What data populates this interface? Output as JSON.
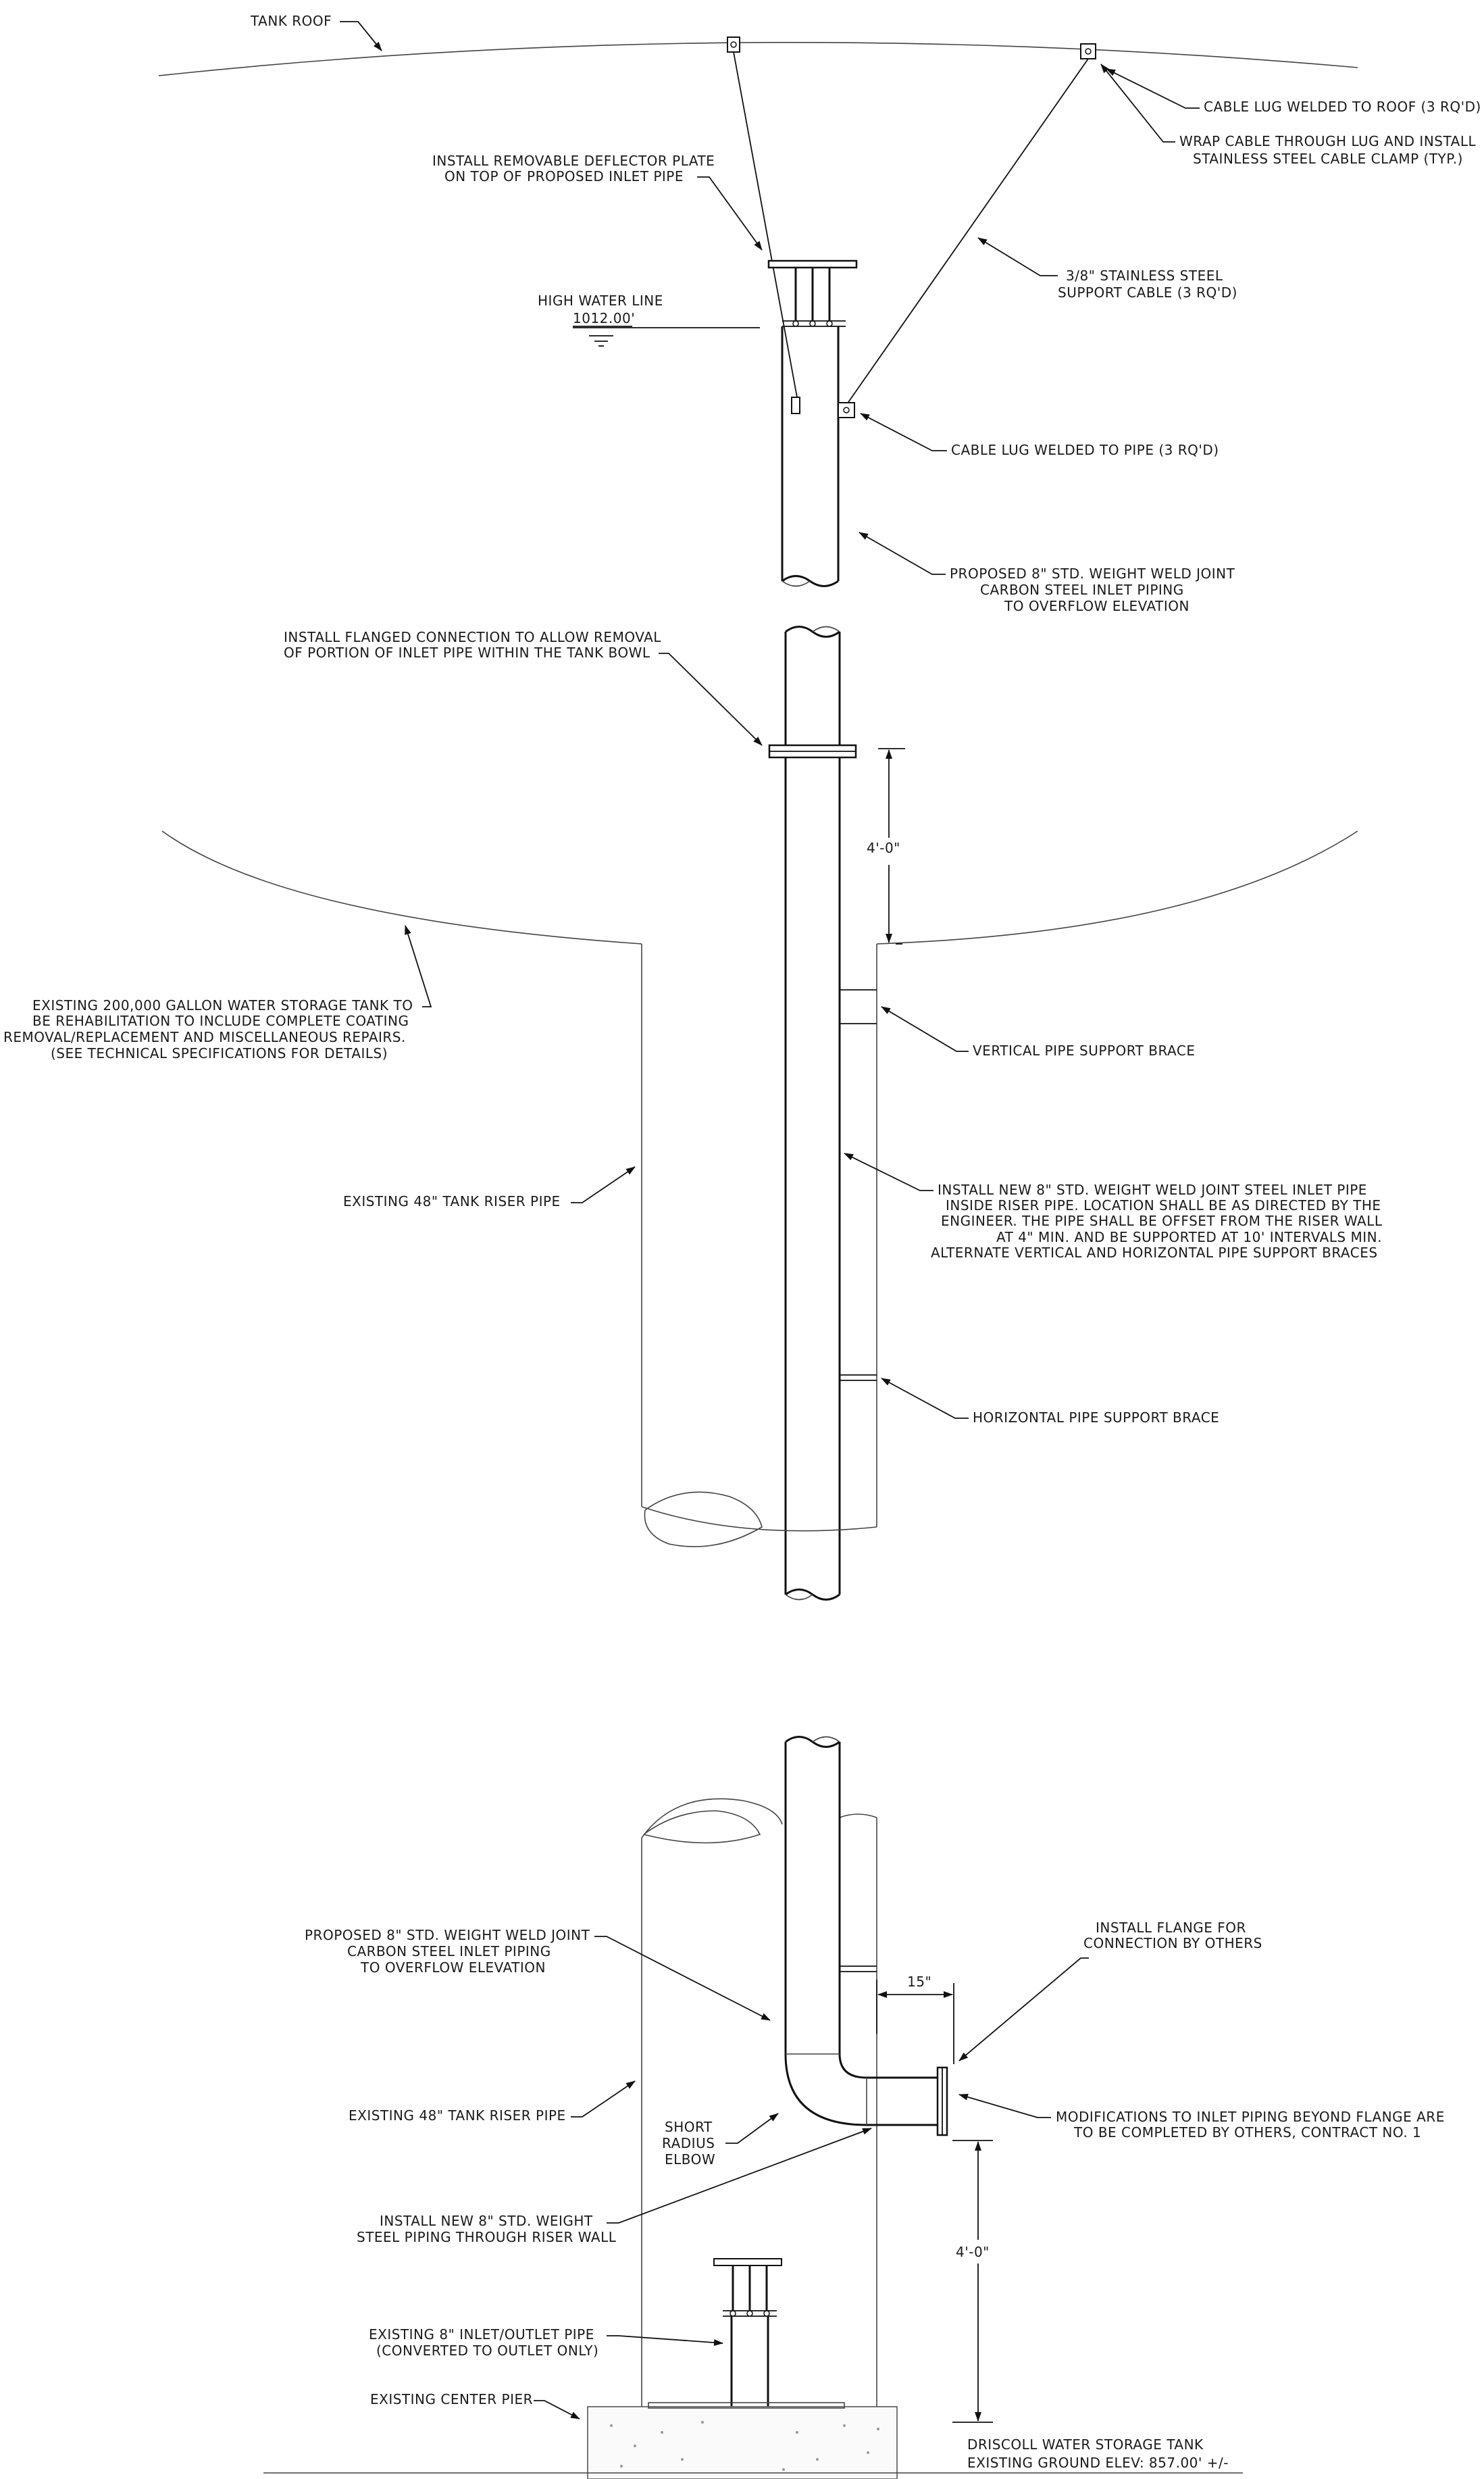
{
  "labels": {
    "tank_roof": "TANK ROOF",
    "cable_lug_roof": "CABLE LUG WELDED TO ROOF (3 RQ'D)",
    "wrap_cable_1": "WRAP CABLE THROUGH LUG AND INSTALL",
    "wrap_cable_2": "STAINLESS STEEL CABLE CLAMP (TYP.)",
    "deflector_1": "INSTALL REMOVABLE DEFLECTOR PLATE",
    "deflector_2": "ON TOP OF PROPOSED INLET PIPE",
    "support_cable_1": "3/8\" STAINLESS STEEL",
    "support_cable_2": "SUPPORT CABLE (3 RQ'D)",
    "high_water_1": "HIGH WATER LINE",
    "high_water_2": "1012.00'",
    "cable_lug_pipe": "CABLE LUG WELDED TO PIPE (3 RQ'D)",
    "proposed_top_1": "PROPOSED 8\" STD. WEIGHT WELD JOINT",
    "proposed_top_2": "CARBON STEEL INLET PIPING",
    "proposed_top_3": "TO OVERFLOW ELEVATION",
    "flanged_1": "INSTALL FLANGED CONNECTION TO ALLOW REMOVAL",
    "flanged_2": "OF PORTION OF INLET PIPE WITHIN THE TANK BOWL",
    "dim_upper": "4'-0\"",
    "existing_tank_1": "EXISTING 200,000 GALLON WATER STORAGE TANK TO",
    "existing_tank_2": "BE REHABILITATION TO INCLUDE COMPLETE COATING",
    "existing_tank_3": "REMOVAL/REPLACEMENT AND MISCELLANEOUS REPAIRS.",
    "existing_tank_4": "(SEE TECHNICAL SPECIFICATIONS FOR DETAILS)",
    "vertical_brace": "VERTICAL PIPE SUPPORT BRACE",
    "riser_upper": "EXISTING 48\" TANK RISER PIPE",
    "install_new_1": "INSTALL NEW 8\" STD. WEIGHT WELD JOINT STEEL INLET PIPE",
    "install_new_2": "INSIDE RISER PIPE. LOCATION SHALL BE AS DIRECTED BY THE",
    "install_new_3": "ENGINEER. THE PIPE SHALL BE OFFSET FROM THE RISER WALL",
    "install_new_4": "AT 4\" MIN. AND BE SUPPORTED AT 10' INTERVALS MIN.",
    "install_new_5": "ALTERNATE VERTICAL AND HORIZONTAL PIPE SUPPORT BRACES",
    "horizontal_brace": "HORIZONTAL PIPE SUPPORT BRACE",
    "flange_others_1": "INSTALL FLANGE FOR",
    "flange_others_2": "CONNECTION BY OTHERS",
    "proposed_low_1": "PROPOSED 8\" STD. WEIGHT WELD JOINT",
    "proposed_low_2": "CARBON STEEL INLET PIPING",
    "proposed_low_3": "TO OVERFLOW ELEVATION",
    "dim_15": "15\"",
    "riser_lower": "EXISTING 48\" TANK RISER PIPE",
    "elbow_1": "SHORT",
    "elbow_2": "RADIUS",
    "elbow_3": "ELBOW",
    "modifications_1": "MODIFICATIONS TO INLET PIPING BEYOND FLANGE ARE",
    "modifications_2": "TO BE COMPLETED BY OTHERS, CONTRACT NO. 1",
    "through_wall_1": "INSTALL NEW 8\" STD. WEIGHT",
    "through_wall_2": "STEEL PIPING THROUGH RISER WALL",
    "dim_lower": "4'-0\"",
    "inlet_outlet_1": "EXISTING 8\" INLET/OUTLET PIPE",
    "inlet_outlet_2": "(CONVERTED TO OUTLET ONLY)",
    "center_pier": "EXISTING CENTER PIER",
    "title_1": "DRISCOLL WATER STORAGE TANK",
    "title_2": "EXISTING GROUND ELEV: 857.00' +/-"
  }
}
